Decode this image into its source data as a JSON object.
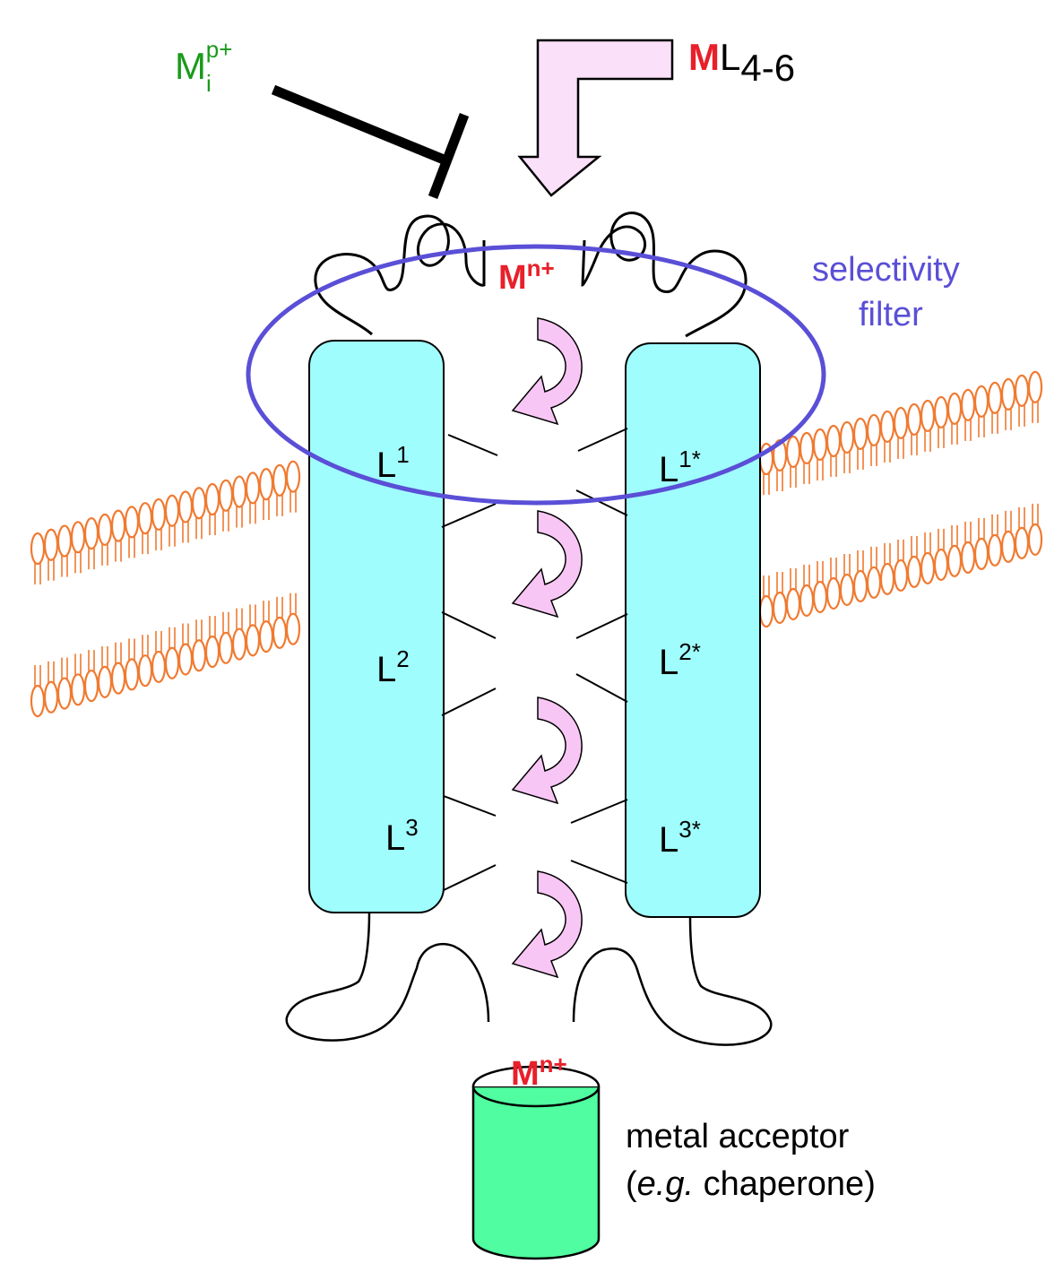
{
  "inhibitor": {
    "base": "M",
    "sub": "i",
    "sup": "p+"
  },
  "complex_in": {
    "metal": "M",
    "ligand": "L",
    "ligand_sub": "4-6"
  },
  "filter_label": {
    "line1": "selectivity",
    "line2": "filter"
  },
  "metal_top": {
    "base": "M",
    "sup": "n+"
  },
  "metal_bottom": {
    "base": "M",
    "sup": "n+"
  },
  "ligands_left": [
    {
      "base": "L",
      "sup": "1"
    },
    {
      "base": "L",
      "sup": "2"
    },
    {
      "base": "L",
      "sup": "3"
    }
  ],
  "ligands_right": [
    {
      "base": "L",
      "sup": "1*"
    },
    {
      "base": "L",
      "sup": "2*"
    },
    {
      "base": "L",
      "sup": "3*"
    }
  ],
  "acceptor": {
    "line1": "metal acceptor",
    "line2_italic": "e.g.",
    "line2_rest": " chaperone)",
    "line2_open": "("
  },
  "colors": {
    "helix": "#a0fdfd",
    "membrane": "#f07a30",
    "arrow": "#f8c6f4",
    "filter": "#5a4fd6",
    "inhibitor": "#1a9a1a",
    "metal": "#e8202a",
    "acceptor": "#50fda0"
  }
}
